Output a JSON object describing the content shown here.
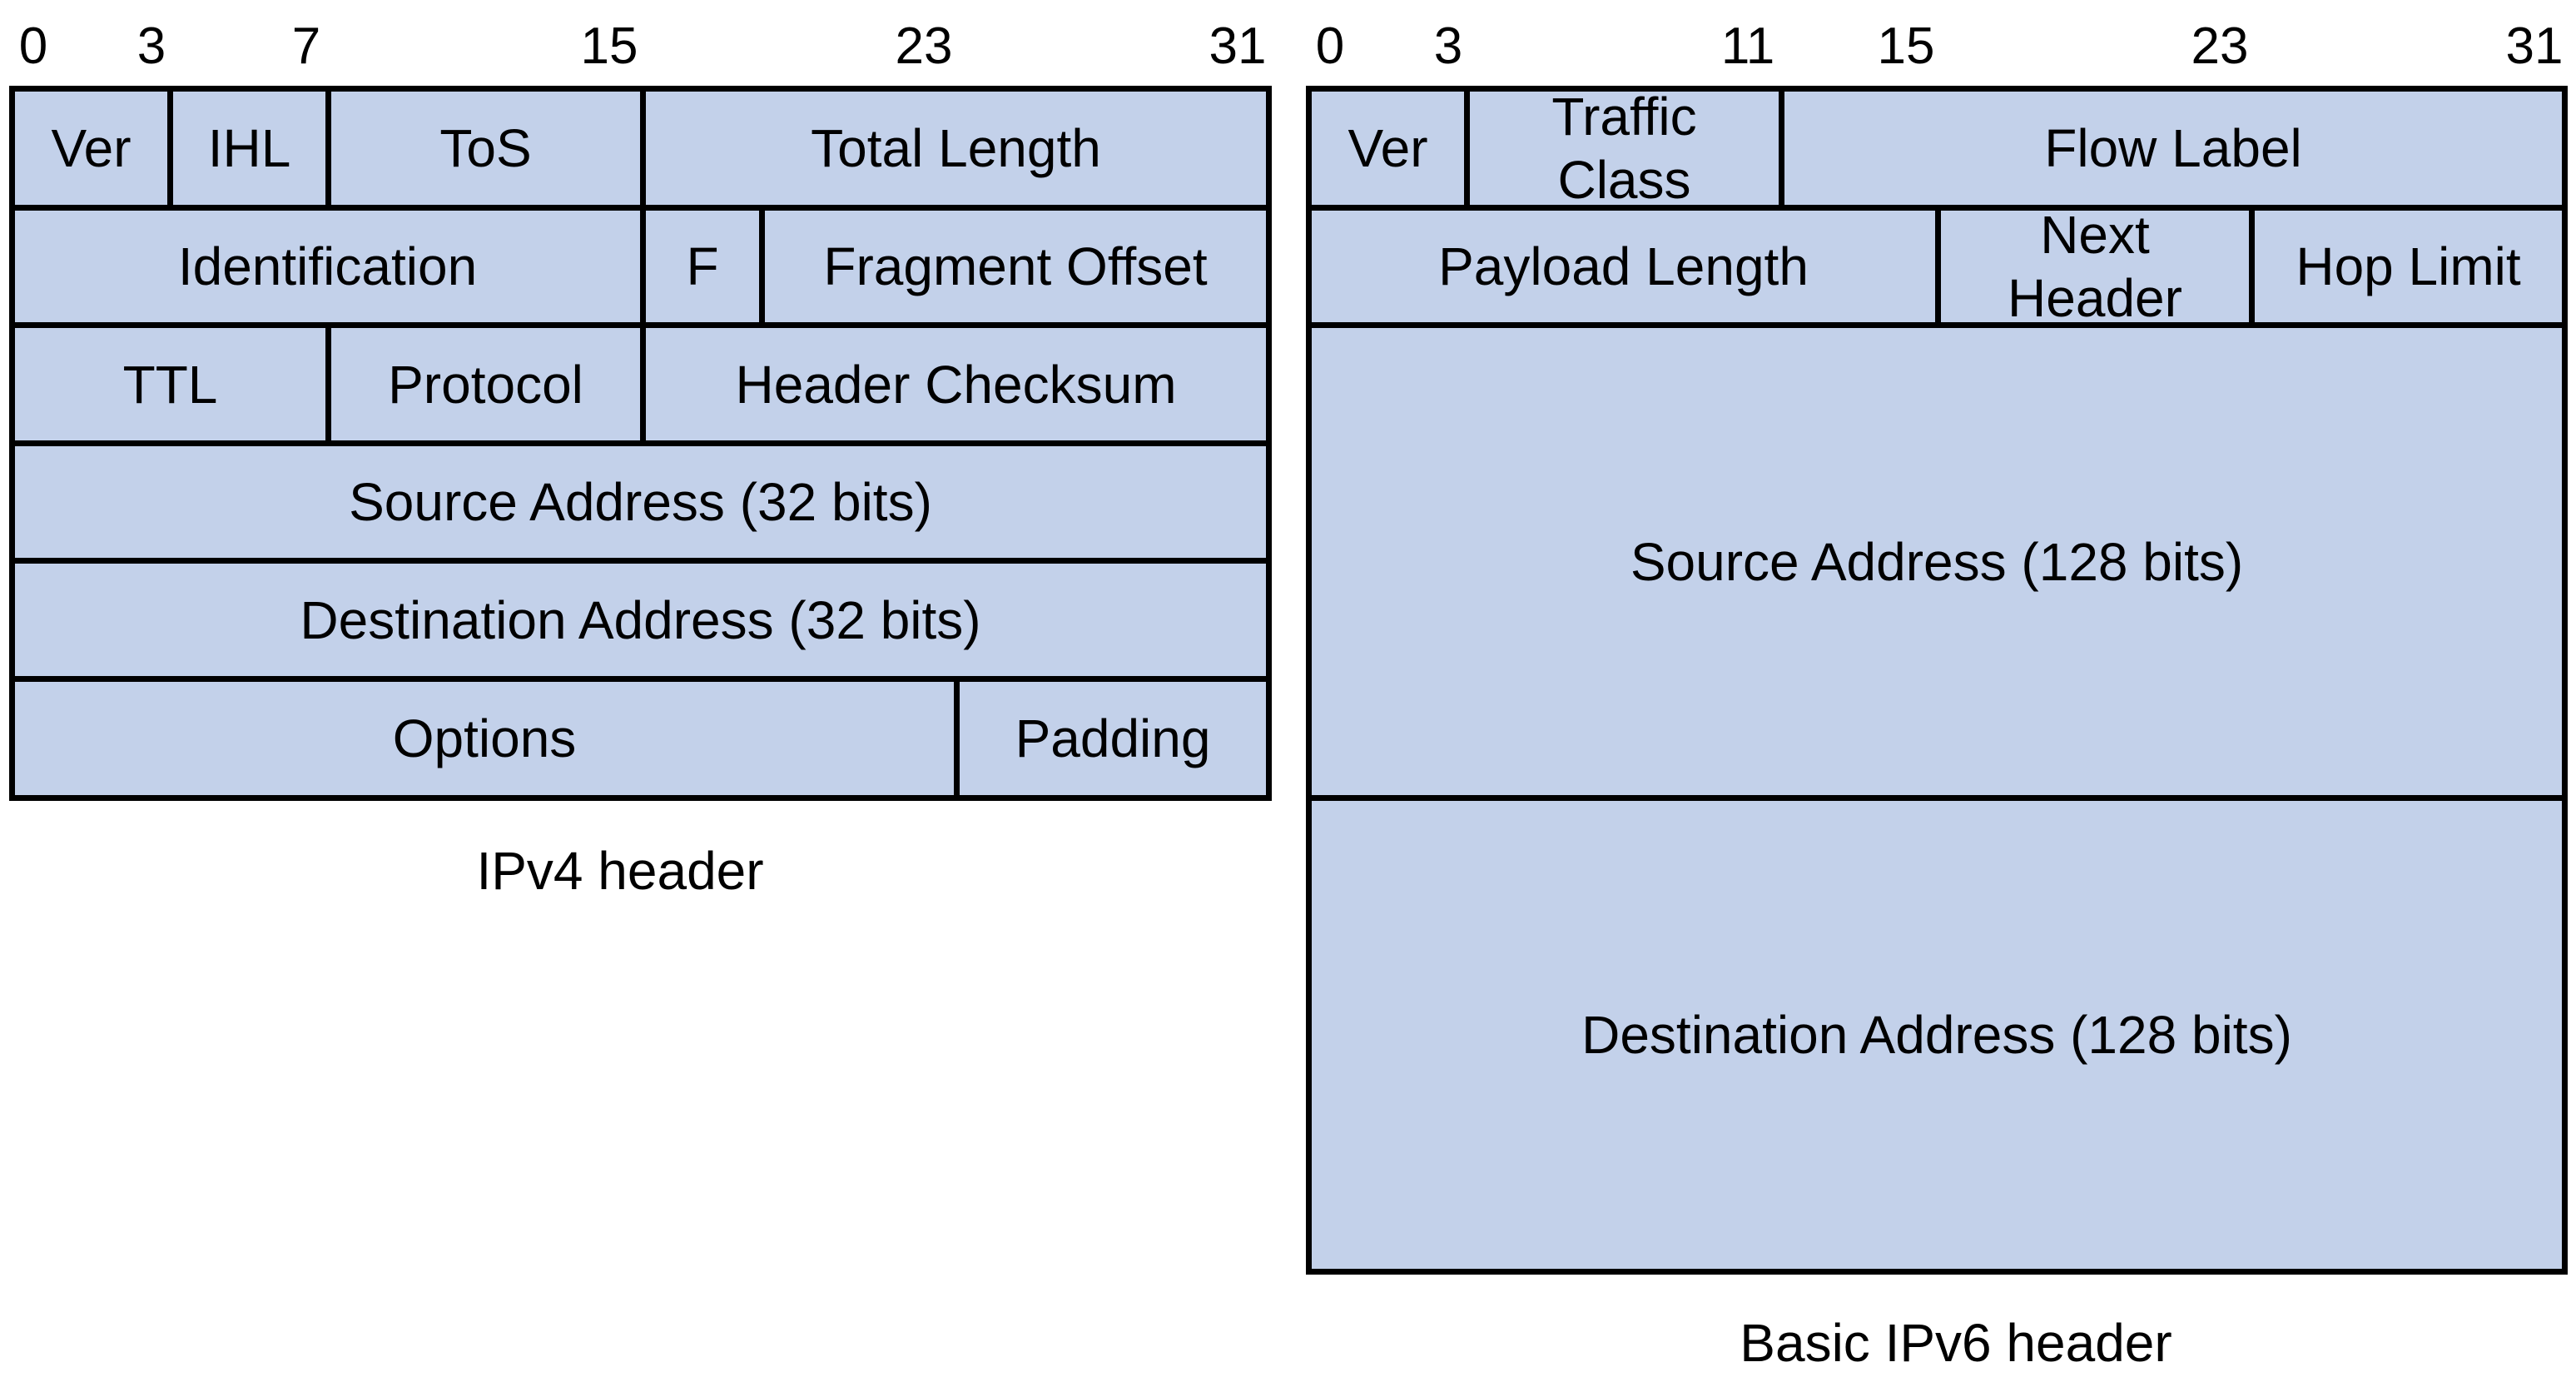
{
  "ipv4": {
    "ticks": [
      "0",
      "3",
      "7",
      "15",
      "23",
      "31"
    ],
    "caption": "IPv4 header",
    "fields": {
      "ver": "Ver",
      "ihl": "IHL",
      "tos": "ToS",
      "total_length": "Total Length",
      "identification": "Identification",
      "flags": "F",
      "fragment_offset": "Fragment Offset",
      "ttl": "TTL",
      "protocol": "Protocol",
      "header_checksum": "Header Checksum",
      "source_address": "Source Address (32 bits)",
      "destination_address": "Destination Address (32 bits)",
      "options": "Options",
      "padding": "Padding"
    }
  },
  "ipv6": {
    "ticks": [
      "0",
      "3",
      "11",
      "15",
      "23",
      "31"
    ],
    "caption": "Basic IPv6 header",
    "fields": {
      "ver": "Ver",
      "traffic_class": "Traffic\nClass",
      "flow_label": "Flow Label",
      "payload_length": "Payload Length",
      "next_header": "Next\nHeader",
      "hop_limit": "Hop Limit",
      "source_address": "Source Address (128 bits)",
      "destination_address": "Destination Address (128 bits)"
    }
  },
  "colors": {
    "field_fill": "#c3d1ea",
    "border": "#000000"
  }
}
